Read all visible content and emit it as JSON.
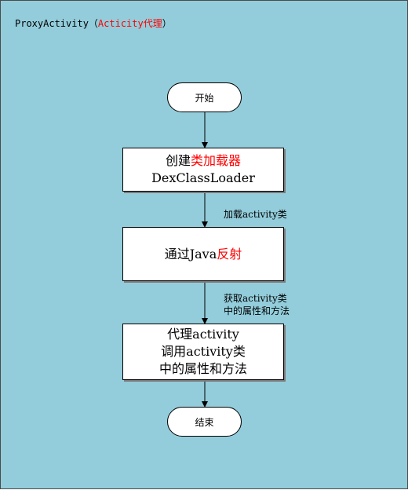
{
  "title": {
    "prefix": "ProxyActivity（",
    "highlight": "Acticity代理",
    "suffix": "）"
  },
  "nodes": {
    "start": {
      "label": "开始"
    },
    "create": {
      "line1_prefix": "创建",
      "line1_highlight": "类加载器",
      "line2": "DexClassLoader"
    },
    "reflect": {
      "prefix": "通过Java",
      "highlight": "反射"
    },
    "proxy": {
      "line1": "代理activity",
      "line2": "调用activity类",
      "line3": "中的属性和方法"
    },
    "end": {
      "label": "结束"
    }
  },
  "edges": {
    "load": {
      "label": "加载activity类"
    },
    "get": {
      "line1": "获取activity类",
      "line2": "中的属性和方法"
    }
  },
  "colors": {
    "background": "#93cddb",
    "highlight": "#ff0000"
  }
}
